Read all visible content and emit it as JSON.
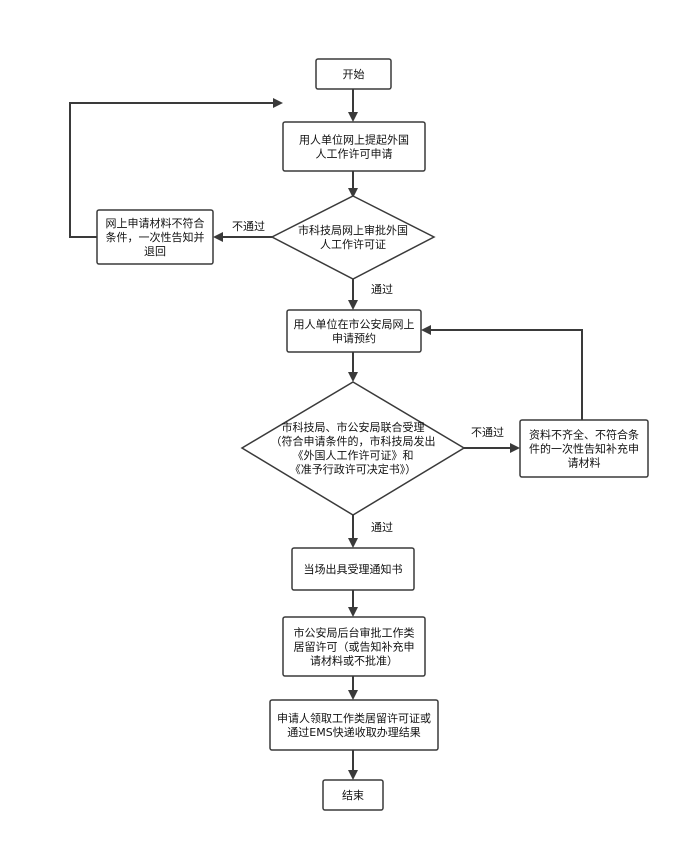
{
  "nodes": {
    "start": [
      "开始"
    ],
    "apply_online": [
      "用人单位网上提起外国",
      "人工作许可申请"
    ],
    "review": [
      "市科技局网上审批外国",
      "人工作许可证"
    ],
    "reject": [
      "网上申请材料不符合",
      "条件，一次性告知并",
      "退回"
    ],
    "reserve": [
      "用人单位在市公安局网上",
      "申请预约"
    ],
    "joint": [
      "市科技局、市公安局联合受理",
      "（符合申请条件的，市科技局发出",
      "《外国人工作许可证》和",
      "《准予行政许可决定书》）"
    ],
    "incomplete": [
      "资料不齐全、不符合条",
      "件的一次性告知补充申",
      "请材料"
    ],
    "notice": [
      "当场出具受理通知书"
    ],
    "police_review": [
      "市公安局后台审批工作类",
      "居留许可（或告知补充申",
      "请材料或不批准）"
    ],
    "collect": [
      "申请人领取工作类居留许可证或",
      "通过EMS快递收取办理结果"
    ],
    "end": [
      "结束"
    ]
  },
  "edge_labels": {
    "fail_1": "不通过",
    "pass_1": "通过",
    "fail_2": "不通过",
    "pass_2": "通过"
  }
}
